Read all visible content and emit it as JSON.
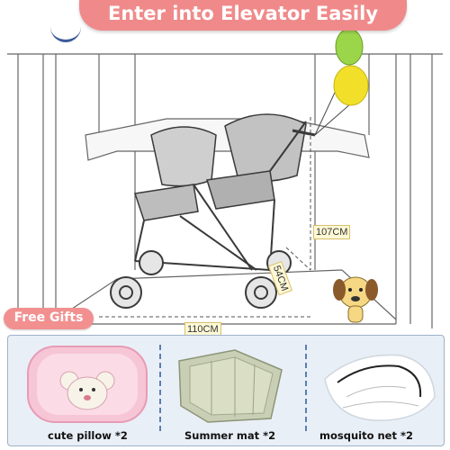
{
  "banner": {
    "title": "Enter into Elevator Easily"
  },
  "dimensions": {
    "height": "107CM",
    "depth": "54CM",
    "width": "110CM"
  },
  "gifts": {
    "label": "Free Gifts",
    "items": [
      {
        "caption": "cute pillow *2"
      },
      {
        "caption": "Summer mat *2"
      },
      {
        "caption": "mosquito net *2"
      }
    ]
  },
  "colors": {
    "banner": "#f08a8a",
    "balloon_green": "#9bd64a",
    "balloon_yellow": "#f1df29",
    "panel": "#e9eff6"
  }
}
